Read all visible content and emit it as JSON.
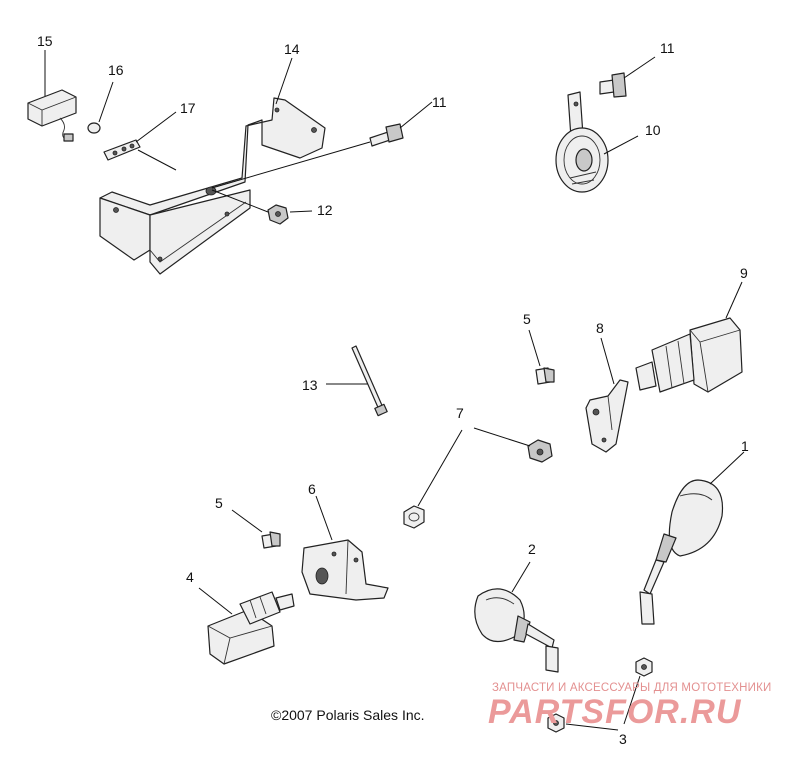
{
  "callouts": {
    "c1": "1",
    "c2": "2",
    "c3": "3",
    "c4": "4",
    "c5a": "5",
    "c5b": "5",
    "c6": "6",
    "c7": "7",
    "c8": "8",
    "c9": "9",
    "c10": "10",
    "c11a": "11",
    "c11b": "11",
    "c12": "12",
    "c13": "13",
    "c14": "14",
    "c15": "15",
    "c16": "16",
    "c17": "17"
  },
  "copyright": "©2007 Polaris Sales Inc.",
  "watermark": {
    "tagline": "ЗАПЧАСТИ И АКСЕССУАРЫ ДЛЯ МОТОТЕХНИКИ",
    "brand": "PARTSFOR.RU"
  },
  "colors": {
    "line": "#222222",
    "part_fill": "#efefef",
    "watermark": "#eb9a9a"
  }
}
